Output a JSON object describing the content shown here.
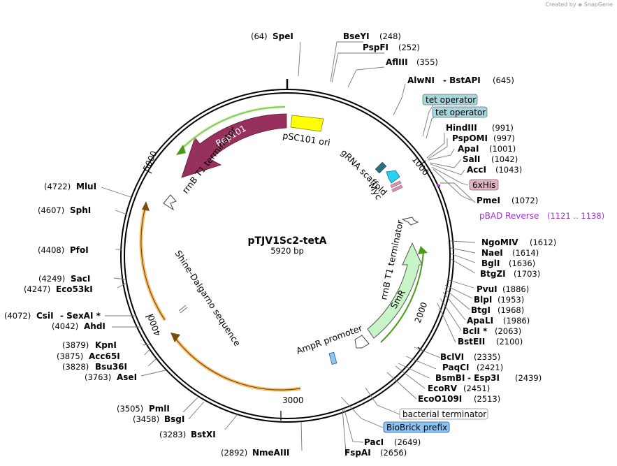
{
  "credit": {
    "created_by": "Created by",
    "brand": "SnapGene"
  },
  "plasmid": {
    "name": "pTJV1Sc2-tetA",
    "size": "5920 bp"
  },
  "ticks": [
    "1000",
    "2000",
    "3000",
    "4000",
    "5000"
  ],
  "sites": [
    {
      "name": "SpeI",
      "pos": "(64)"
    },
    {
      "name": "BseYI",
      "pos": "(248)"
    },
    {
      "name": "PspFI",
      "pos": "(252)"
    },
    {
      "name": "AflIII",
      "pos": "(355)"
    },
    {
      "name": "AlwNI",
      "pos": ""
    },
    {
      "name": "- BstAPI",
      "pos": "(645)"
    },
    {
      "name": "HindIII",
      "pos": "(991)"
    },
    {
      "name": "PspOMI",
      "pos": "(997)"
    },
    {
      "name": "ApaI",
      "pos": "(1001)"
    },
    {
      "name": "SalI",
      "pos": "(1042)"
    },
    {
      "name": "AccI",
      "pos": "(1043)"
    },
    {
      "name": "PmeI",
      "pos": "(1072)"
    },
    {
      "name": "NgoMIV",
      "pos": "(1612)"
    },
    {
      "name": "NaeI",
      "pos": "(1614)"
    },
    {
      "name": "BglI",
      "pos": "(1636)"
    },
    {
      "name": "BtgZI",
      "pos": "(1703)"
    },
    {
      "name": "PvuI",
      "pos": "(1886)"
    },
    {
      "name": "BlpI",
      "pos": "(1953)"
    },
    {
      "name": "BtgI",
      "pos": "(1968)"
    },
    {
      "name": "ApaLI",
      "pos": "(1986)"
    },
    {
      "name": "BclI *",
      "pos": "(2063)"
    },
    {
      "name": "BstEII",
      "pos": "(2100)"
    },
    {
      "name": "BclVI",
      "pos": "(2335)"
    },
    {
      "name": "PaqCI",
      "pos": "(2421)"
    },
    {
      "name": "BsmBI",
      "pos": ""
    },
    {
      "name": "- Esp3I",
      "pos": "(2439)"
    },
    {
      "name": "EcoRV",
      "pos": "(2451)"
    },
    {
      "name": "EcoO109I",
      "pos": "(2513)"
    },
    {
      "name": "PacI",
      "pos": "(2649)"
    },
    {
      "name": "FspAI",
      "pos": "(2656)"
    },
    {
      "name": "NmeAIII",
      "pos": "(2892)"
    },
    {
      "name": "BstXI",
      "pos": "(3283)"
    },
    {
      "name": "BsgI",
      "pos": "(3458)"
    },
    {
      "name": "PmlI",
      "pos": "(3505)"
    },
    {
      "name": "AseI",
      "pos": "(3763)"
    },
    {
      "name": "Bsu36I",
      "pos": "(3828)"
    },
    {
      "name": "Acc65I",
      "pos": "(3875)"
    },
    {
      "name": "KpnI",
      "pos": "(3879)"
    },
    {
      "name": "AhdI",
      "pos": "(4042)"
    },
    {
      "name": "CsiI",
      "pos": "(4072)"
    },
    {
      "name": "- SexAI *",
      "pos": ""
    },
    {
      "name": "Eco53kI",
      "pos": "(4247)"
    },
    {
      "name": "SacI",
      "pos": "(4249)"
    },
    {
      "name": "PfoI",
      "pos": "(4408)"
    },
    {
      "name": "SphI",
      "pos": "(4607)"
    },
    {
      "name": "MluI",
      "pos": "(4722)"
    }
  ],
  "features": {
    "rep101": "Rep101",
    "psc101_ori": "pSC101 ori",
    "rrnb_t1_left": "rrnB T1 terminator",
    "grna_scaffold": "gRNA scaffold",
    "myc": "Myc",
    "rrnb_t1_right": "rrnB T1 terminator",
    "smr": "SmR",
    "ampr_promoter": "AmpR promoter",
    "shine_dalgarno": "Shine-Dalgarno sequence"
  },
  "boxed_labels": {
    "tet_operator_1": "tet operator",
    "tet_operator_2": "tet operator",
    "his6": "6xHis",
    "bacterial_terminator": "bacterial terminator",
    "biobrick_prefix": "BioBrick prefix"
  },
  "primer": {
    "name": "pBAD Reverse",
    "range": "(1121 .. 1138)"
  },
  "colors": {
    "rep101": "#98305e",
    "ori": "#ffff00",
    "smr": "#c8f5c8",
    "gene_arrow_green": "#4a9a1a",
    "gene_arrow_orange": "#f4b04a",
    "tet_operator": "#a6d5de",
    "his6": "#e3b1c4",
    "biobrick": "#8ec5f2",
    "primer": "#a030d0"
  }
}
